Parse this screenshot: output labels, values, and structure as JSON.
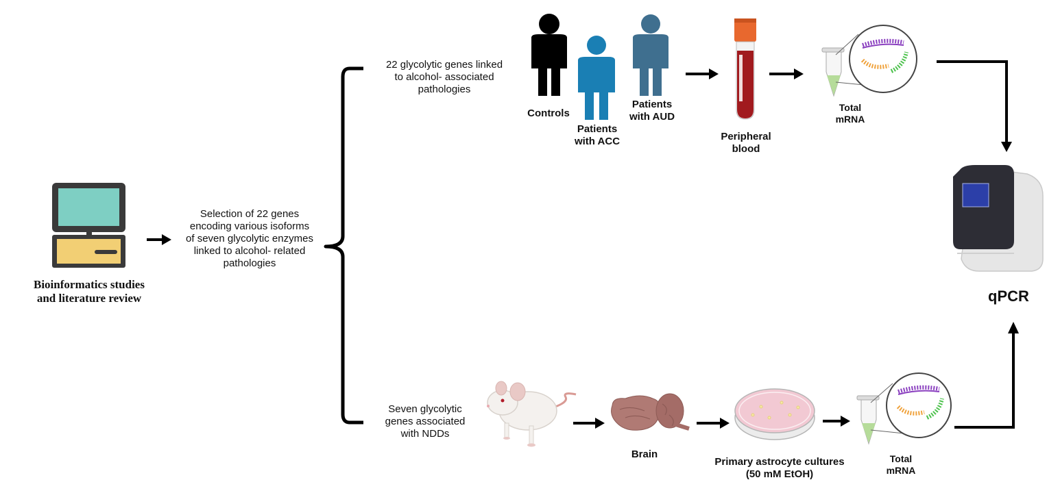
{
  "colors": {
    "arrow": "#000000",
    "control_person": "#000000",
    "acc_person": "#1a7fb4",
    "aud_person": "#3f6f8f",
    "monitor_screen": "#7ecfc3",
    "cpu_box": "#f2cf74",
    "tube_cap": "#e8682e",
    "blood": "#a11a1e",
    "brain": "#b07a74",
    "petri": "#f2c9d3",
    "qpcr_body": "#e6e6e6",
    "qpcr_panel": "#2d2d35",
    "qpcr_screen": "#2c3fa8"
  },
  "icons": [
    "computer-icon",
    "person-icon",
    "blood-tube-icon",
    "microtube-icon",
    "rna-icon",
    "qpcr-machine-icon",
    "mouse-icon",
    "brain-icon",
    "petri-dish-icon"
  ],
  "start": {
    "label": "Bioinformatics studies\nand  literature review"
  },
  "selection": {
    "text": "Selection of 22 genes\nencoding various isoforms\nof seven glycolytic enzymes\nlinked to alcohol- related\npathologies"
  },
  "top_branch": {
    "text": "22 glycolytic genes linked\nto alcohol- associated\npathologies",
    "controls": "Controls",
    "acc": "Patients\nwith ACC",
    "aud": "Patients\nwith AUD",
    "blood": "Peripheral\nblood",
    "mrna": "Total\nmRNA"
  },
  "bottom_branch": {
    "text": "Seven glycolytic\ngenes associated\nwith NDDs",
    "brain": "Brain",
    "culture": "Primary astrocyte cultures\n(50 mM EtOH)",
    "mrna": "Total\nmRNA"
  },
  "end": {
    "label": "qPCR"
  }
}
